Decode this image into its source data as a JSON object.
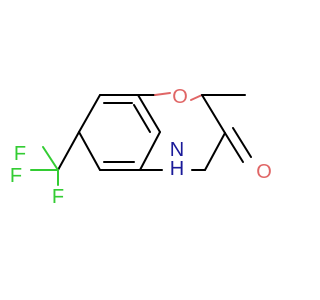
{
  "atoms": {
    "oxygen_ring": {
      "text": "O",
      "color": "#e06666"
    },
    "oxygen_carbonyl": {
      "text": "O",
      "color": "#e06666"
    },
    "nitrogen": {
      "text": "H",
      "subtext": "N",
      "color": "#1a1a99"
    },
    "fluorine_1": {
      "text": "F",
      "color": "#33cc33"
    },
    "fluorine_2": {
      "text": "F",
      "color": "#33cc33"
    },
    "fluorine_3": {
      "text": "F",
      "color": "#33cc33"
    }
  },
  "colors": {
    "bond": "#000000",
    "oxygen": "#e06666",
    "nitrogen": "#1a1a99",
    "fluorine": "#33cc33"
  }
}
